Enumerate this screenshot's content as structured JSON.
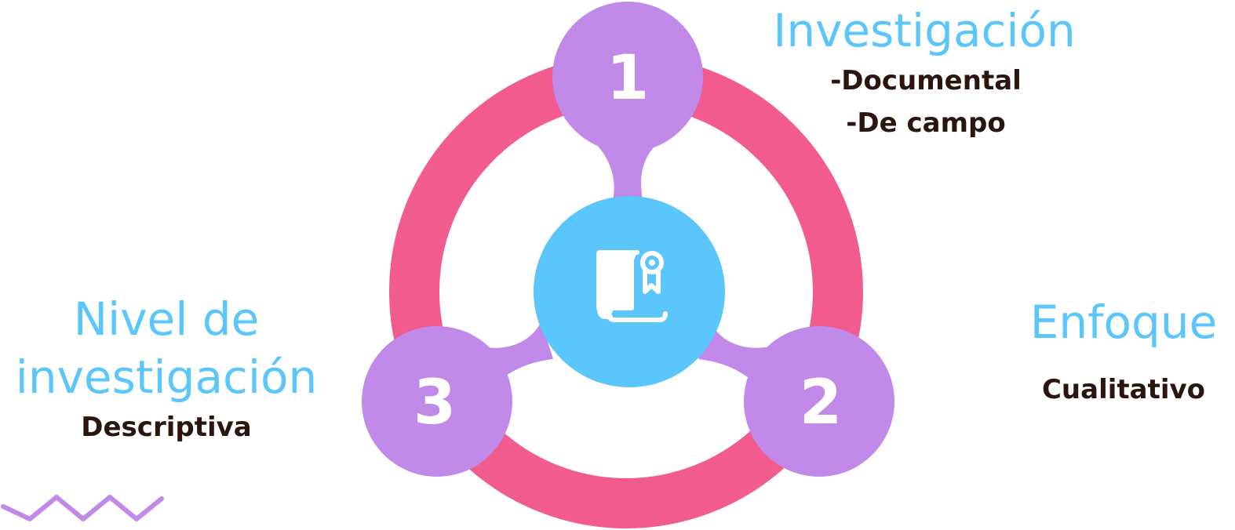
{
  "diagram": {
    "center_icon": "certificate-scroll-icon",
    "decoration_icon": "zigzag-wave-icon",
    "colors": {
      "ring": "#f15b8d",
      "node": "#c18ae9",
      "center": "#5bc6fb",
      "heading": "#5bc6fb",
      "subtext": "#2a1510",
      "node_number": "#ffffff"
    },
    "nodes": [
      {
        "number": "1",
        "heading": "Investigación",
        "items": [
          "-Documental",
          "-De campo"
        ]
      },
      {
        "number": "2",
        "heading": "Enfoque",
        "items": [
          "Cualitativo"
        ]
      },
      {
        "number": "3",
        "heading_lines": [
          "Nivel de",
          "investigación"
        ],
        "items": [
          "Descriptiva"
        ]
      }
    ]
  }
}
